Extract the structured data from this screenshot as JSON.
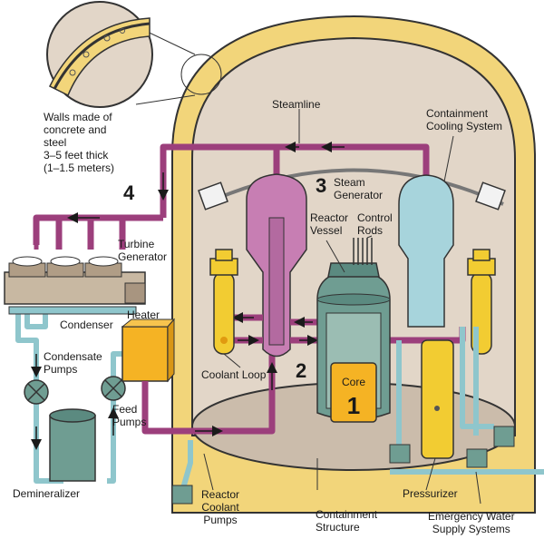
{
  "labels": {
    "walls": [
      "Walls made of",
      "concrete and",
      "steel",
      "3–5 feet thick",
      "(1–1.5 meters)"
    ],
    "steamline": "Steamline",
    "containment_cooling": [
      "Containment",
      "Cooling System"
    ],
    "steam_generator": [
      "Steam",
      "Generator"
    ],
    "reactor_vessel": [
      "Reactor",
      "Vessel"
    ],
    "control_rods": [
      "Control",
      "Rods"
    ],
    "turbine_generator": [
      "Turbine",
      "Generator"
    ],
    "condenser": "Condenser",
    "heater": "Heater",
    "condensate_pumps": [
      "Condensate",
      "Pumps"
    ],
    "feed_pumps": [
      "Feed",
      "Pumps"
    ],
    "coolant_loop": "Coolant Loop",
    "core": "Core",
    "demineralizer": "Demineralizer",
    "reactor_coolant_pumps": [
      "Reactor",
      "Coolant",
      "Pumps"
    ],
    "containment_structure": [
      "Containment",
      "Structure"
    ],
    "pressurizer": "Pressurizer",
    "emergency_water": [
      "Emergency Water",
      "Supply Systems"
    ]
  },
  "numbers": {
    "n1": "1",
    "n2": "2",
    "n3": "3",
    "n4": "4"
  },
  "colors": {
    "loop_pipe": "#9c3f7c",
    "water_pipe": "#8fc6cc",
    "containment_wall": "#f2d57a",
    "containment_interior": "#e2d6c8",
    "core": "#f5b324",
    "vessel": "#6f9d92",
    "steam_generator": "#c77eb3",
    "cooling_tank": "#a7d4dc",
    "pressurizer": "#f2cc32"
  }
}
